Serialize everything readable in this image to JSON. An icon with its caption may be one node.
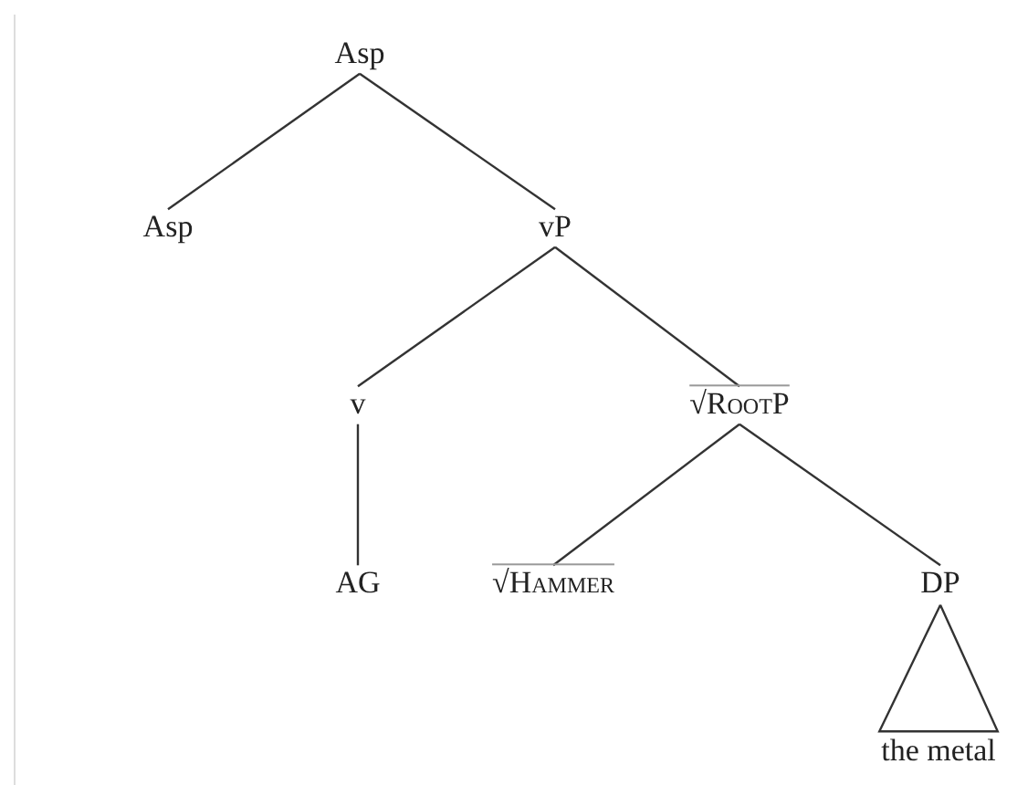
{
  "diagram": {
    "nodes": [
      {
        "text": [
          "Asp"
        ]
      },
      {
        "text": [
          "Asp"
        ]
      },
      {
        "text": [
          "vP"
        ]
      },
      {
        "text": [
          "v"
        ]
      },
      {
        "text": [
          "√RootP"
        ]
      },
      {
        "text": [
          "AG"
        ]
      },
      {
        "text": [
          "√Hammer"
        ]
      },
      {
        "text": [
          "DP"
        ]
      },
      {
        "text": [
          "the metal"
        ]
      }
    ],
    "edges": [
      {
        "from": 0,
        "to": 1,
        "arrow": "none"
      },
      {
        "from": 0,
        "to": 2,
        "arrow": "none"
      },
      {
        "from": 2,
        "to": 3,
        "arrow": "none"
      },
      {
        "from": 2,
        "to": 4,
        "arrow": "none"
      },
      {
        "from": 3,
        "to": 5,
        "arrow": "none"
      },
      {
        "from": 4,
        "to": 6,
        "arrow": "none"
      },
      {
        "from": 4,
        "to": 7,
        "arrow": "none"
      },
      {
        "from": 7,
        "to": 8,
        "arrow": "none"
      }
    ]
  }
}
